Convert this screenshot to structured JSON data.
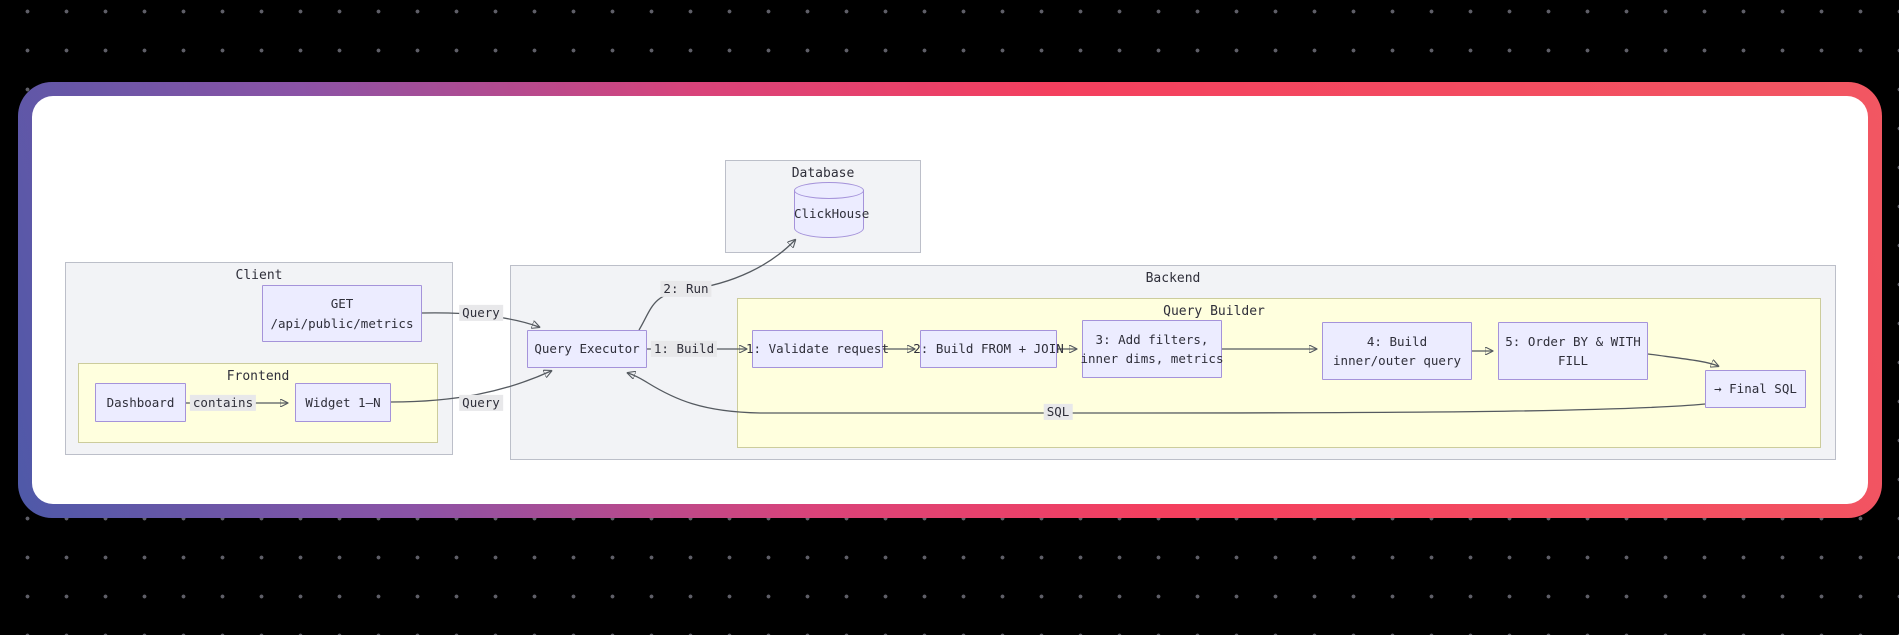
{
  "canvas": {
    "background_color": "#000000",
    "dot_color": "#5f5f68"
  },
  "card": {
    "background_color": "#ffffff",
    "gradient": [
      "#4e59a8",
      "#8b53a6",
      "#d9437a",
      "#f43f5e",
      "#f25762"
    ]
  },
  "diagram": {
    "colors": {
      "cluster_fill": "#f2f3f6",
      "cluster_border": "#bcbfc9",
      "cluster_alt_fill": "#ffffde",
      "cluster_alt_border": "#cccc9c",
      "node_fill": "#ececff",
      "node_border": "#a593da",
      "edge_stroke": "#555a60"
    },
    "clusters": {
      "client": {
        "label": "Client"
      },
      "frontend": {
        "label": "Frontend"
      },
      "backend": {
        "label": "Backend"
      },
      "query_builder": {
        "label": "Query Builder"
      },
      "database": {
        "label": "Database"
      }
    },
    "nodes": {
      "get": {
        "line1": "GET",
        "line2": "/api/public/metrics"
      },
      "dashboard": {
        "label": "Dashboard"
      },
      "widget": {
        "label": "Widget 1–N"
      },
      "clickhouse": {
        "label": "ClickHouse"
      },
      "query_executor": {
        "label": "Query Executor"
      },
      "validate": {
        "label": "1: Validate request"
      },
      "build_from_join": {
        "label": "2: Build FROM + JOIN"
      },
      "add_filters": {
        "line1": "3: Add filters,",
        "line2": "inner dims, metrics"
      },
      "build_inner_outer": {
        "line1": "4: Build",
        "line2": "inner/outer query"
      },
      "order_by_fill": {
        "line1": "5: Order BY & WITH",
        "line2": "FILL"
      },
      "final_sql": {
        "label": "→ Final SQL"
      }
    },
    "edge_labels": {
      "query_get": "Query",
      "query_widget": "Query",
      "contains": "contains",
      "run": "2: Run",
      "build": "1: Build",
      "sql": "SQL"
    }
  }
}
